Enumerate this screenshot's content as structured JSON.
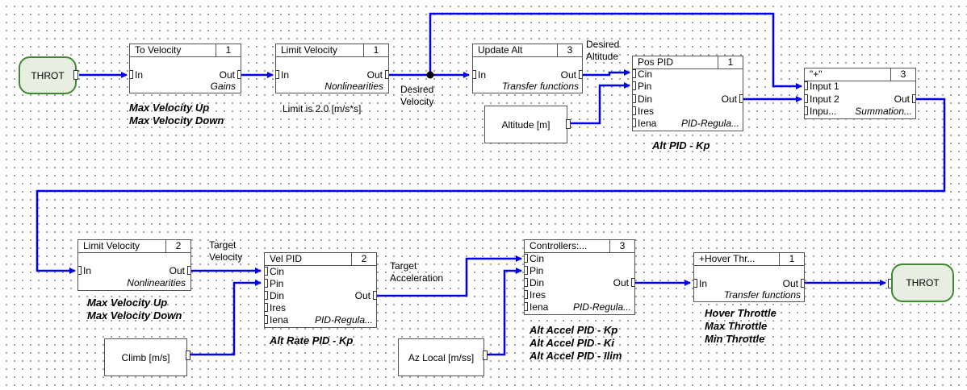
{
  "terminals": {
    "throt_in": "THROT",
    "throt_out": "THROT"
  },
  "sources": {
    "altitude": "Altitude [m]",
    "climb": "Climb [m/s]",
    "az_local": "Az Local [m/ss]"
  },
  "blocks": {
    "to_velocity": {
      "name": "To Velocity",
      "num": "1",
      "in": "In",
      "out": "Out",
      "sub": "Gains"
    },
    "limit_velocity_1": {
      "name": "Limit Velocity",
      "num": "1",
      "in": "In",
      "out": "Out",
      "sub": "Nonlinearities"
    },
    "update_alt": {
      "name": "Update Alt",
      "num": "3",
      "in": "In",
      "out": "Out",
      "sub": "Transfer functions"
    },
    "pos_pid": {
      "name": "Pos PID",
      "num": "1",
      "pins": [
        "Cin",
        "Pin",
        "Din",
        "Ires",
        "Iena"
      ],
      "out": "Out",
      "sub": "PID-Regula..."
    },
    "summation": {
      "name": "\"+\"",
      "num": "3",
      "pins": [
        "Input 1",
        "Input 2",
        "Inpu..."
      ],
      "out": "Out",
      "sub": "Summation..."
    },
    "limit_velocity_2": {
      "name": "Limit Velocity",
      "num": "2",
      "in": "In",
      "out": "Out",
      "sub": "Nonlinearities"
    },
    "vel_pid": {
      "name": "Vel PID",
      "num": "2",
      "pins": [
        "Cin",
        "Pin",
        "Din",
        "Ires",
        "Iena"
      ],
      "out": "Out",
      "sub": "PID-Regula..."
    },
    "controllers": {
      "name": "Controllers:...",
      "num": "3",
      "pins": [
        "Cin",
        "Pin",
        "Din",
        "Ires",
        "Iena"
      ],
      "out": "Out",
      "sub": "PID-Regula..."
    },
    "hover_throttle": {
      "name": "+Hover Thr...",
      "num": "1",
      "in": "In",
      "out": "Out",
      "sub": "Transfer functions"
    }
  },
  "labels": {
    "desired_velocity": [
      "Desired",
      "Velocity"
    ],
    "desired_altitude": [
      "Desired",
      "Altitude"
    ],
    "target_velocity": [
      "Target",
      "Velocity"
    ],
    "target_acceleration": [
      "Target",
      "Acceleration"
    ]
  },
  "notes": {
    "to_velocity": [
      "Max Velocity Up",
      "Max Velocity Down"
    ],
    "limit_1": "Limit is 2.0 [m/s*s]",
    "pos_pid": [
      "Alt PID - Kp"
    ],
    "limit_2": [
      "Max Velocity Up",
      "Max Velocity Down"
    ],
    "vel_pid": [
      "Alt Rate PID - Kp"
    ],
    "controllers": [
      "Alt Accel PID - Kp",
      "Alt Accel  PID - Ki",
      "Alt Accel  PID - Ilim"
    ],
    "hover": [
      "Hover Throttle",
      "Max Throttle",
      "Min Throttle"
    ]
  },
  "colors": {
    "wire": "#0000ee",
    "terminal_border": "#3c8a2e",
    "terminal_fill": "#e9eee3"
  }
}
